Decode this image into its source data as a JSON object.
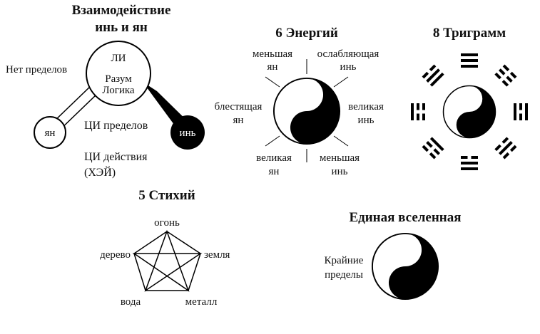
{
  "interaction": {
    "title_line1": "Взаимодействие",
    "title_line2": "инь и ян",
    "no_limits": "Нет пределов",
    "li": "ЛИ",
    "reason": "Разум",
    "logic": "Логика",
    "yang": "ян",
    "yin": "инь",
    "qi_limits": "ЦИ пределов",
    "qi_action": "ЦИ действия",
    "hei": "(ХЭЙ)"
  },
  "energies": {
    "title": "6 Энергий",
    "lesser_yang_top": [
      "меньшая",
      "ян"
    ],
    "weakening_yin": [
      "ослабляющая",
      "инь"
    ],
    "shining_yang": [
      "блестящая",
      "ян"
    ],
    "great_yin": [
      "великая",
      "инь"
    ],
    "great_yang": [
      "великая",
      "ян"
    ],
    "lesser_yin": [
      "меньшая",
      "инь"
    ]
  },
  "trigrams": {
    "title": "8 Триграмм"
  },
  "elements": {
    "title": "5 Стихий",
    "fire": "огонь",
    "wood": "дерево",
    "earth": "земля",
    "water": "вода",
    "metal": "металл"
  },
  "universe": {
    "title": "Единая вселенная",
    "extreme_1": "Крайние",
    "extreme_2": "пределы"
  }
}
